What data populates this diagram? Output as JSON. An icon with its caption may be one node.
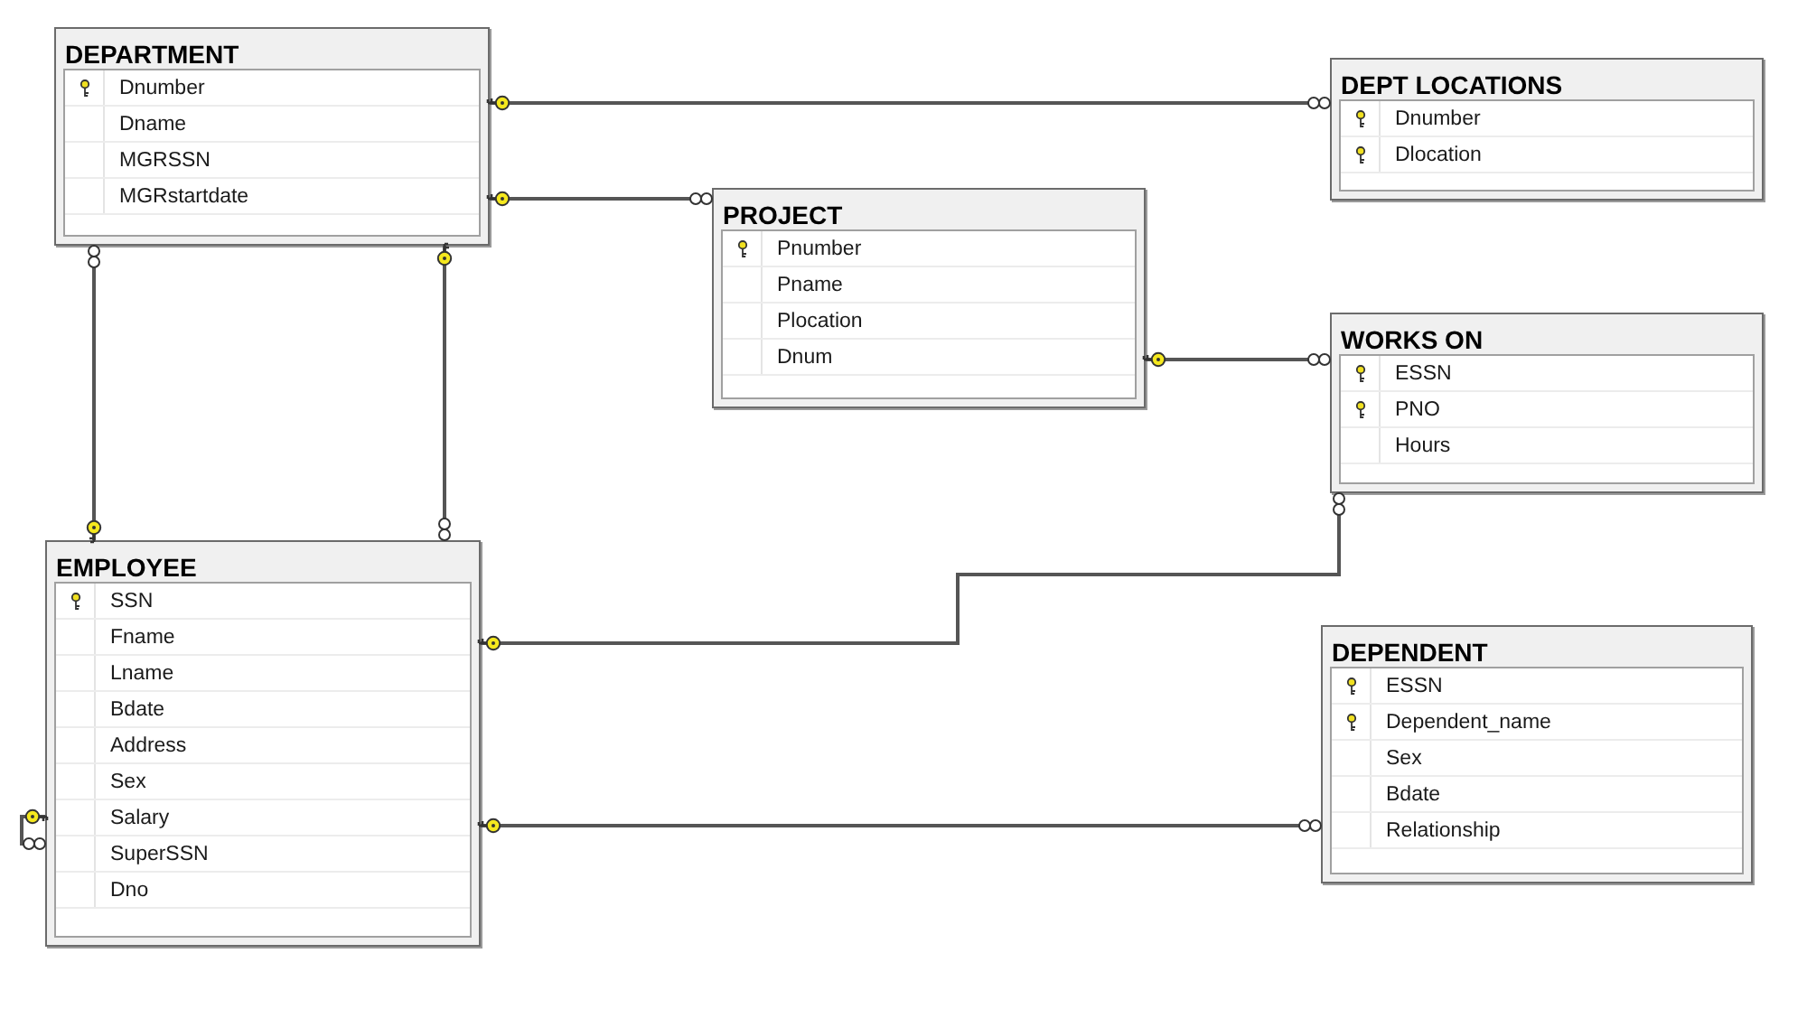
{
  "diagram": {
    "nodes": [
      {
        "text": [
          "DEPARTMENT",
          "Dnumber",
          "Dname",
          "MGRSSN",
          "MGRstartdate"
        ]
      },
      {
        "text": [
          "DEPT LOCATIONS",
          "Dnumber",
          "Dlocation"
        ]
      },
      {
        "text": [
          "PROJECT",
          "Pnumber",
          "Pname",
          "Plocation",
          "Dnum"
        ]
      },
      {
        "text": [
          "WORKS ON",
          "ESSN",
          "PNO",
          "Hours"
        ]
      },
      {
        "text": [
          "EMPLOYEE",
          "SSN",
          "Fname",
          "Lname",
          "Bdate",
          "Address",
          "Sex",
          "Salary",
          "SuperSSN",
          "Dno"
        ]
      },
      {
        "text": [
          "DEPENDENT",
          "ESSN",
          "Dependent_name",
          "Sex",
          "Bdate",
          "Relationship"
        ]
      }
    ],
    "edges": [
      {
        "from": 0,
        "to": 1,
        "arrow": "other"
      },
      {
        "from": 0,
        "to": 2,
        "arrow": "other"
      },
      {
        "from": 2,
        "to": 3,
        "arrow": "other"
      },
      {
        "from": 4,
        "to": 3,
        "arrow": "other"
      },
      {
        "from": 4,
        "to": 5,
        "arrow": "other"
      },
      {
        "from": 4,
        "to": 0,
        "arrow": "other"
      },
      {
        "from": 0,
        "to": 4,
        "arrow": "other"
      },
      {
        "from": 4,
        "to": 4,
        "arrow": "other"
      }
    ]
  }
}
